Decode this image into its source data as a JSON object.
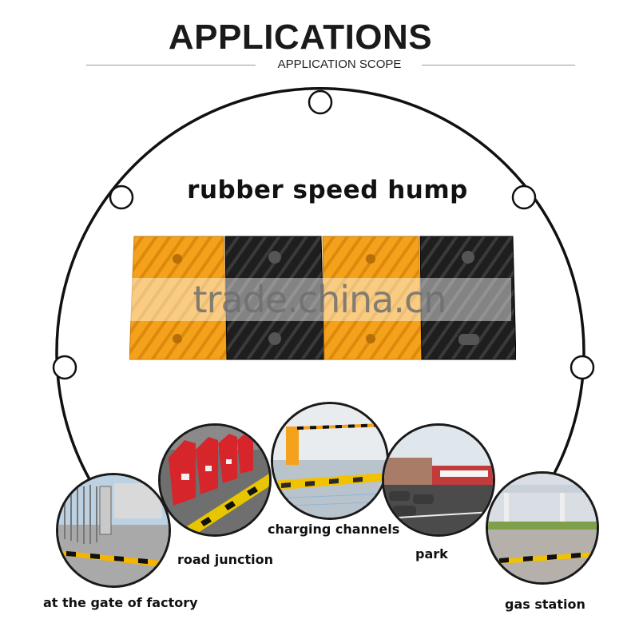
{
  "header": {
    "title": "APPLICATIONS",
    "subtitle": "APPLICATION SCOPE"
  },
  "product": {
    "name": "rubber speed hump",
    "segment_colors": [
      "#f4a21c",
      "#1b1b1b",
      "#f4a21c",
      "#1b1b1b"
    ]
  },
  "watermark": "trade.china.cn",
  "applications": [
    {
      "label": "at the gate of factory"
    },
    {
      "label": "road junction"
    },
    {
      "label": "charging channels"
    },
    {
      "label": "park"
    },
    {
      "label": "gas station"
    }
  ],
  "colors": {
    "accent_yellow": "#f4a21c",
    "rubber_black": "#1b1b1b",
    "ring": "#111111"
  }
}
